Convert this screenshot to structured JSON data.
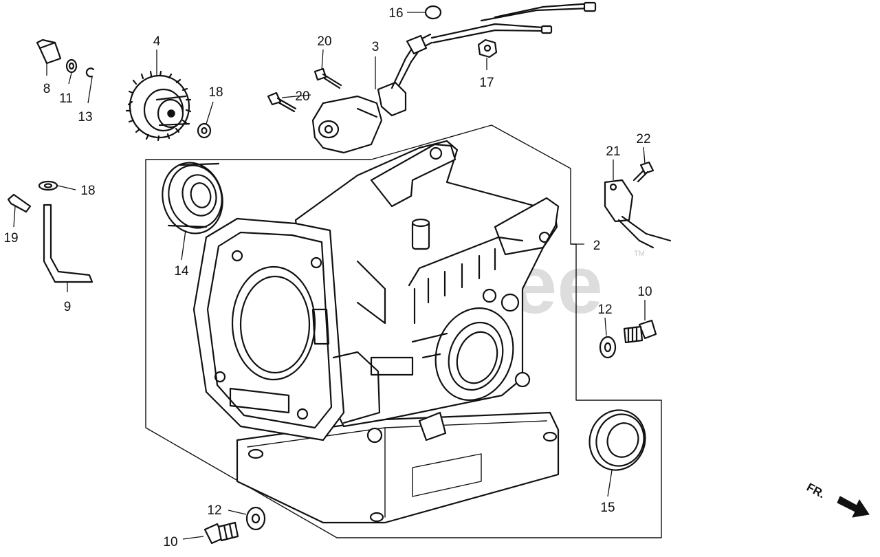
{
  "watermark": {
    "text": "PartsTree",
    "trademark": "TM"
  },
  "orientation": {
    "label": "FR."
  },
  "callouts": [
    {
      "id": "callout-2",
      "label": "2"
    },
    {
      "id": "callout-3",
      "label": "3"
    },
    {
      "id": "callout-4",
      "label": "4"
    },
    {
      "id": "callout-8",
      "label": "8"
    },
    {
      "id": "callout-9",
      "label": "9"
    },
    {
      "id": "callout-10-right",
      "label": "10"
    },
    {
      "id": "callout-10-bottom",
      "label": "10"
    },
    {
      "id": "callout-11",
      "label": "11"
    },
    {
      "id": "callout-12-right",
      "label": "12"
    },
    {
      "id": "callout-12-bottom",
      "label": "12"
    },
    {
      "id": "callout-13",
      "label": "13"
    },
    {
      "id": "callout-14",
      "label": "14"
    },
    {
      "id": "callout-15",
      "label": "15"
    },
    {
      "id": "callout-16",
      "label": "16"
    },
    {
      "id": "callout-17",
      "label": "17"
    },
    {
      "id": "callout-18-top",
      "label": "18"
    },
    {
      "id": "callout-18-left",
      "label": "18"
    },
    {
      "id": "callout-19",
      "label": "19"
    },
    {
      "id": "callout-20-top",
      "label": "20"
    },
    {
      "id": "callout-20-left",
      "label": "20"
    },
    {
      "id": "callout-21",
      "label": "21"
    },
    {
      "id": "callout-22",
      "label": "22"
    }
  ]
}
